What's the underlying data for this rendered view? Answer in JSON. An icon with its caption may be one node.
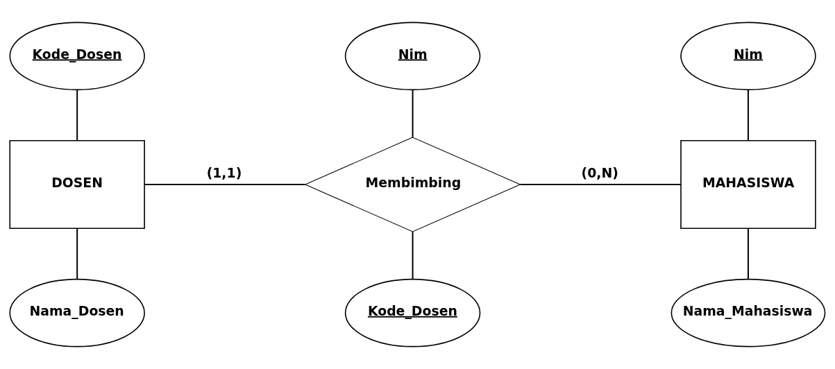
{
  "diagram": {
    "nodes": [
      {
        "text": [
          "Kode_Dosen"
        ]
      },
      {
        "text": [
          "Nim"
        ]
      },
      {
        "text": [
          "Nim"
        ]
      },
      {
        "text": [
          "DOSEN"
        ]
      },
      {
        "text": [
          "Membimbing"
        ]
      },
      {
        "text": [
          "MAHASISWA"
        ]
      },
      {
        "text": [
          "Nama_Dosen"
        ]
      },
      {
        "text": [
          "Kode_Dosen"
        ]
      },
      {
        "text": [
          "Nama_Mahasiswa"
        ]
      }
    ],
    "edges": [
      {
        "from": 0,
        "to": 3,
        "arrow": "none"
      },
      {
        "from": 1,
        "to": 4,
        "arrow": "none"
      },
      {
        "from": 2,
        "to": 5,
        "arrow": "none"
      },
      {
        "from": 3,
        "to": 4,
        "arrow": "none",
        "label": "(1,1)"
      },
      {
        "from": 4,
        "to": 5,
        "arrow": "none",
        "label": "(0,N)"
      },
      {
        "from": 3,
        "to": 6,
        "arrow": "none"
      },
      {
        "from": 4,
        "to": 7,
        "arrow": "none"
      },
      {
        "from": 5,
        "to": 8,
        "arrow": "none"
      }
    ]
  }
}
